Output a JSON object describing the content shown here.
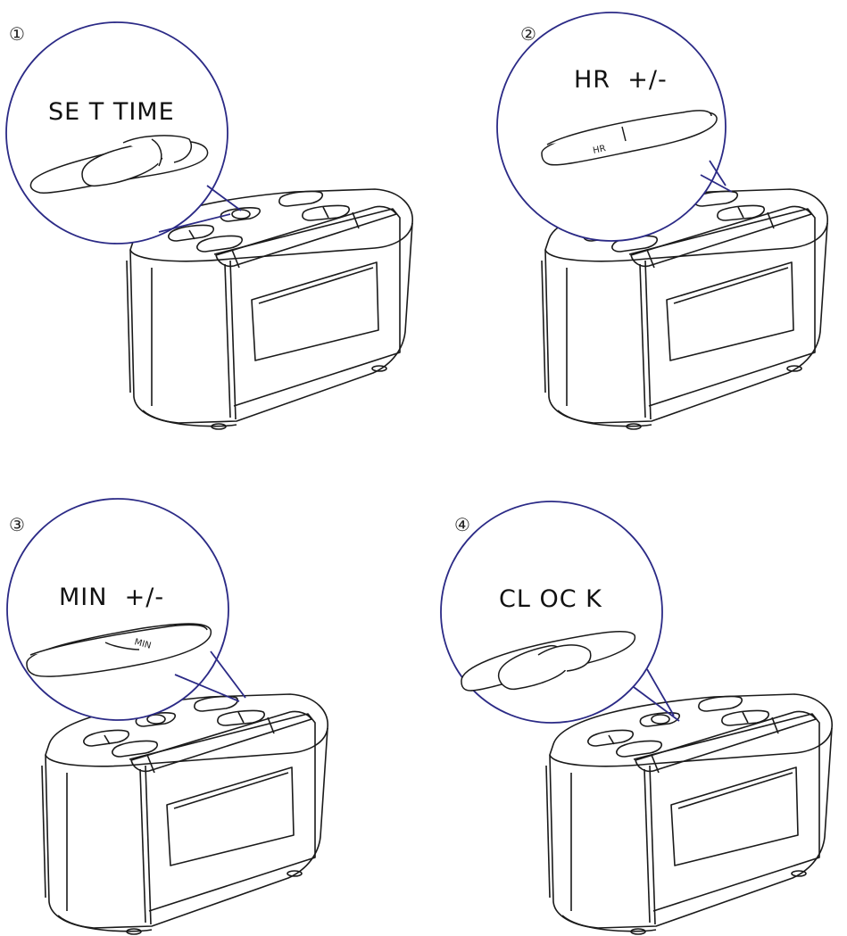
{
  "steps": [
    {
      "number": "①",
      "label": "SE T TIME",
      "button_text": ""
    },
    {
      "number": "②",
      "label": "HR  +/-",
      "button_text": "HR"
    },
    {
      "number": "③",
      "label": "MIN  +/-",
      "button_text": "MIN"
    },
    {
      "number": "④",
      "label": "CL OC K",
      "button_text": ""
    }
  ],
  "colors": {
    "callout": "#2b2a86",
    "line": "#1a1a1a",
    "background": "#ffffff"
  }
}
